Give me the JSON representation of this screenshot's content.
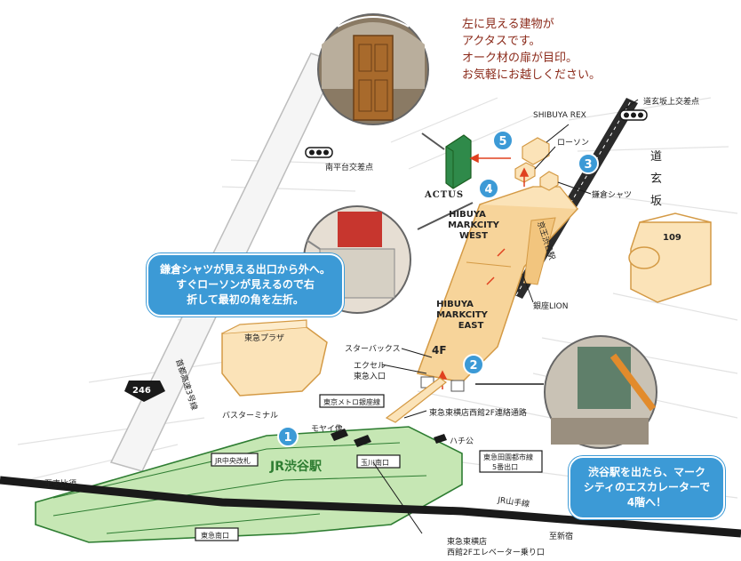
{
  "note": {
    "lines": [
      "左に見える建物が",
      "アクタスです。",
      "オーク材の扉が目印。",
      "お気軽にお越しください。"
    ]
  },
  "bubbles": {
    "step4": [
      "鎌倉シャツが見える出口から外へ。",
      "すぐローソンが見えるので右",
      "折して最初の角を左折。"
    ],
    "step2": [
      "渋谷駅を出たら、マーク",
      "シティのエスカレーターで",
      "4階へ！"
    ]
  },
  "steps": [
    "1",
    "2",
    "3",
    "4",
    "5"
  ],
  "labels": {
    "actus": "ACTUS",
    "shibuya_rex": "SHIBUYA REX",
    "lawson": "ローソン",
    "kamakura_shirts": "鎌倉シャツ",
    "dogenzaka_ue": "道玄坂上交差点",
    "minami_heidai": "南平台交差点",
    "dogenzaka": [
      "道",
      "玄",
      "坂"
    ],
    "b109": "109",
    "markcity_west": [
      "HIBUYA",
      "MARKCITY",
      "WEST"
    ],
    "markcity_east": [
      "HIBUYA",
      "MARKCITY",
      "EAST"
    ],
    "keio_shibuya": "京王渋谷駅",
    "ginza_lion": "銀座LION",
    "tokyu_plaza": "東急プラザ",
    "starbucks": "スターバックス",
    "floor_4f": "4F",
    "escalator_entry": [
      "エクセル",
      "東急入口"
    ],
    "metro_ginza": "東京メトロ銀座線",
    "tokyu_toyoko_west": "東急東横店西館2F連絡通路",
    "route246": "246",
    "shuto_expressway": "首都高速3号線",
    "bus_terminal": "バスターミナル",
    "moyai": "モヤイ像",
    "hachiko": "ハチ公",
    "jr_central_gate": "JR中央改札",
    "jr_shibuya": "JR渋谷駅",
    "tamagawa_exit": "玉川南口",
    "denentoshi_exit": [
      "東急田園都市線",
      "5番出口"
    ],
    "to_ebisu": "至恵比須",
    "jr_yamanote": "JR山手線",
    "to_shinjuku": "至新宿",
    "tokyu_south_exit": "東急南口",
    "tokyu_elevator": [
      "東急東横店",
      "西館2Fエレベーター乗り口"
    ]
  },
  "colors": {
    "station_green": "#c6e7b4",
    "station_stroke": "#2e7d32",
    "markcity": "#f7d49a",
    "building": "#fbe3b8",
    "building_stroke": "#d49a45",
    "rail": "#1a1a1a",
    "bubble": "#3c9ad6",
    "step_circle": "#3c9ad6",
    "note_text": "#8b2a1a",
    "actus_green": "#2f8a4a",
    "arrow_red": "#e0401f"
  }
}
